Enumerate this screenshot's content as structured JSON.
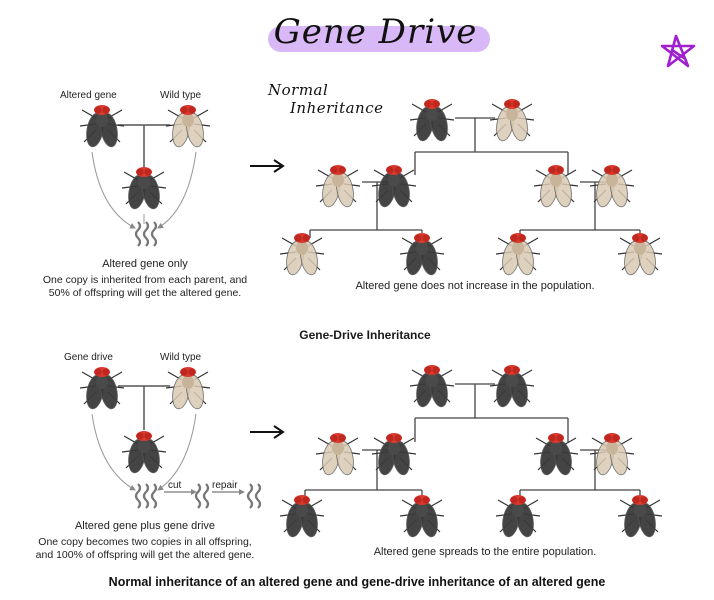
{
  "title": "Gene Drive",
  "colors": {
    "title_highlight": "#d9b8f7",
    "star": "#a020d0",
    "altered_fly_body": "#4a4a4a",
    "wild_fly_body": "#c8b49a",
    "fly_eye": "#d83a2e"
  },
  "top": {
    "labels": {
      "altered": "Altered gene",
      "wild": "Wild type"
    },
    "result_label": "Altered gene only",
    "explanation_line1": "One copy is inherited from each parent, and",
    "explanation_line2": "50% of offspring will get the altered gene.",
    "tree_title_line1": "Normal",
    "tree_title_line2": "Inheritance",
    "tree_caption": "Altered gene does not increase in the population."
  },
  "bottom": {
    "section_title": "Gene-Drive Inheritance",
    "labels": {
      "drive": "Gene drive",
      "wild": "Wild type"
    },
    "cut_label": "cut",
    "repair_label": "repair",
    "result_label": "Altered gene plus gene drive",
    "explanation_line1": "One copy becomes two copies in all offspring,",
    "explanation_line2": "and 100% of offspring will get the altered gene.",
    "tree_caption": "Altered gene spreads to the entire population."
  },
  "footer": "Normal inheritance of an altered gene and gene-drive inheritance of an altered gene"
}
